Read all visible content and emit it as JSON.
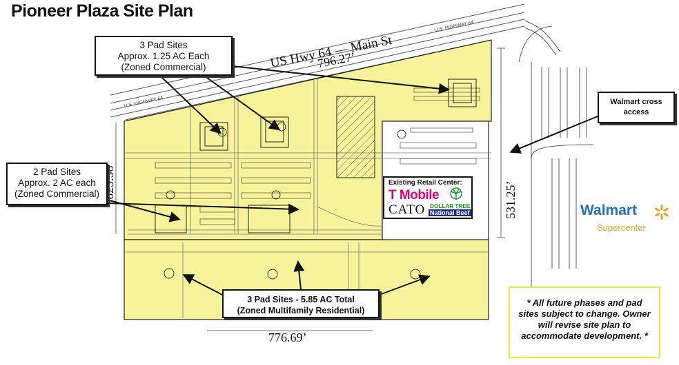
{
  "title": "Pioneer Plaza Site Plan",
  "road_label": "US Hwy 64 — Main St",
  "dimensions": {
    "top": "796.27’",
    "left": "625.58’",
    "right": "531.25’",
    "bottom": "776.69’"
  },
  "callouts": {
    "top_pads": [
      "3 Pad Sites",
      "Approx. 1.25 AC Each",
      "(Zoned Commercial)"
    ],
    "left_pads": [
      "2 Pad Sites",
      "Approx. 2 AC each",
      "(Zoned Commercial)"
    ],
    "bottom_pads": [
      "3 Pad Sites - 5.85 AC Total",
      "(Zoned Multifamily Residential)"
    ],
    "walmart_access": [
      "Walmart cross",
      "access"
    ]
  },
  "retail_center": {
    "title": "Existing Retail Center:",
    "tenants": [
      "T Mobile",
      "CATO",
      "DOLLAR TREE",
      "National Beef"
    ]
  },
  "walmart_logo": {
    "name": "Walmart",
    "sub": "Supercenter"
  },
  "note": [
    "* All future phases and pad",
    "sites subject to change. Owner",
    "will revise site plan to",
    "accommodate development. *"
  ],
  "colors": {
    "parcel_fill": "#f7f39a",
    "parcel_outline": "#222222",
    "callout_border": "#111111",
    "note_border": "#f5ea2a",
    "tmobile": "#e20074",
    "walmart_blue": "#1f6fc5",
    "walmart_yellow": "#f0a010",
    "dollar_tree_green": "#1a9a2c"
  }
}
